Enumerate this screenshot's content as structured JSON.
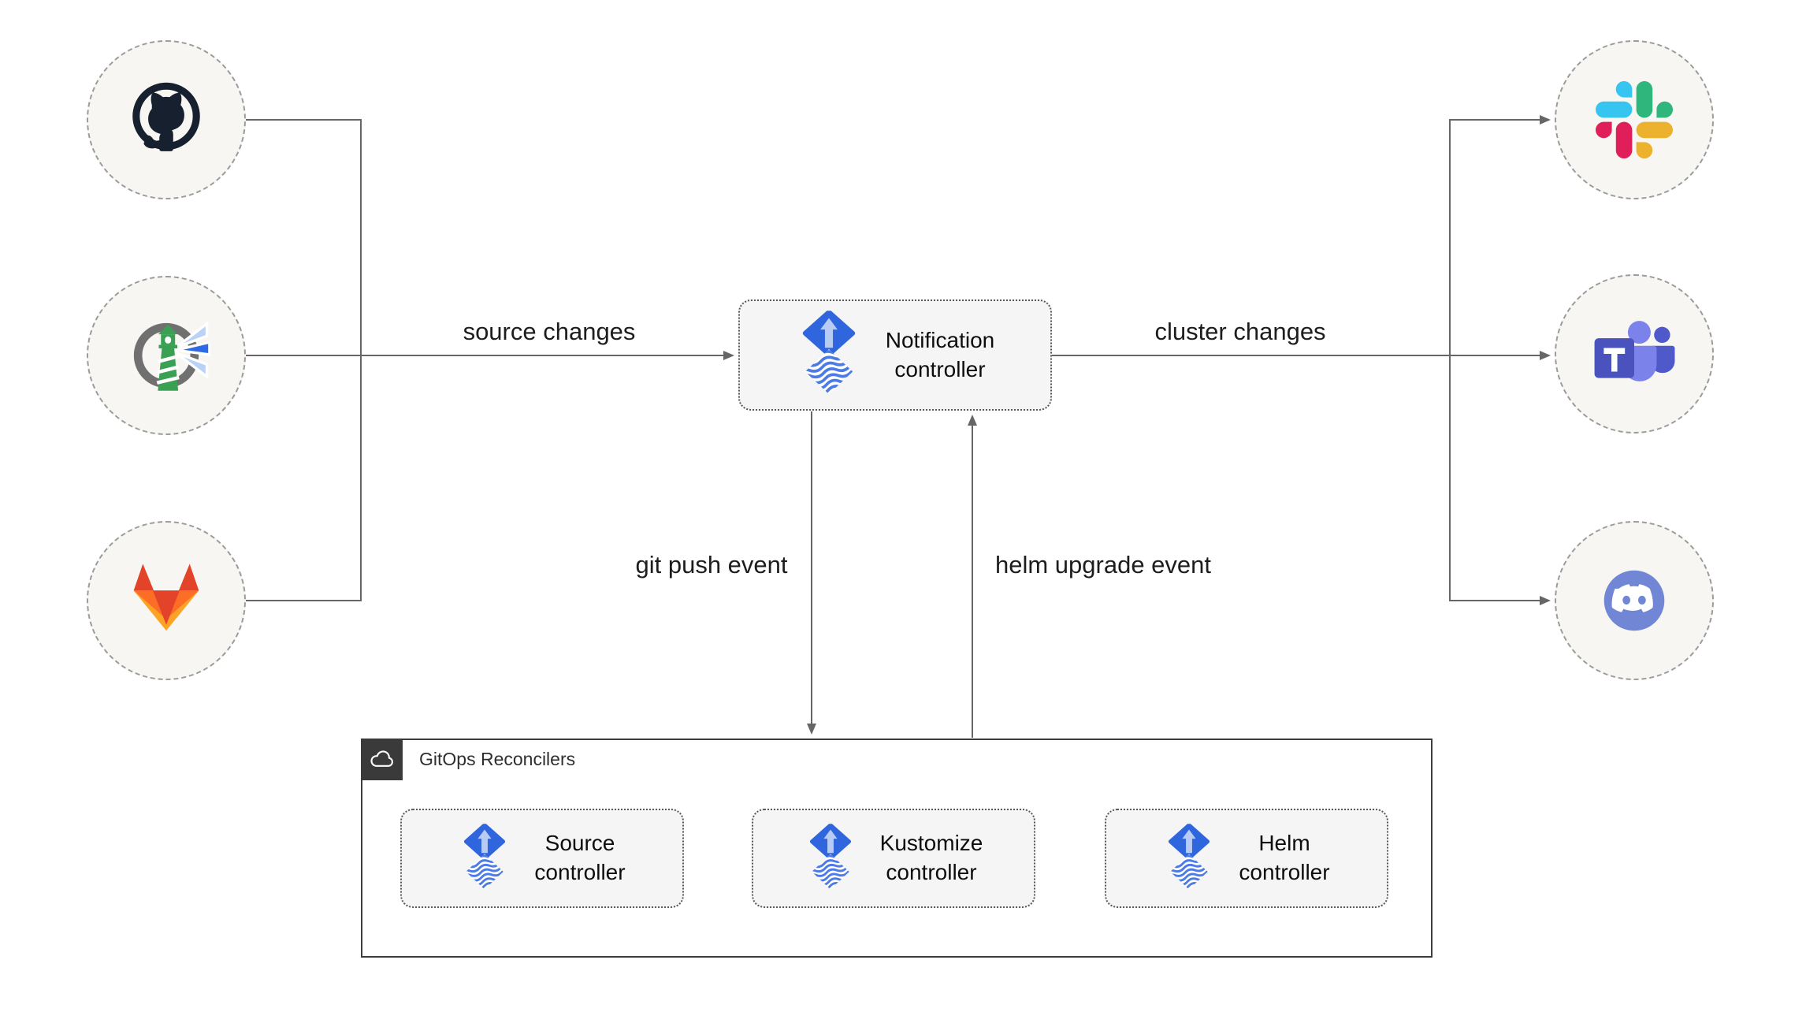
{
  "edge_labels": {
    "source_changes": "source changes",
    "cluster_changes": "cluster changes",
    "git_push_event": "git push event",
    "helm_upgrade_event": "helm upgrade event"
  },
  "nodes": {
    "notification": {
      "label": "Notification controller",
      "icon": "flux-icon"
    },
    "source": {
      "label": "Source controller",
      "icon": "flux-icon"
    },
    "kustomize": {
      "label": "Kustomize controller",
      "icon": "flux-icon"
    },
    "helm": {
      "label": "Helm controller",
      "icon": "flux-icon"
    }
  },
  "container": {
    "title": "GitOps Reconcilers",
    "icon": "cloud-icon"
  },
  "source_icons": [
    "github-icon",
    "harbor-icon",
    "gitlab-icon"
  ],
  "target_icons": [
    "slack-icon",
    "teams-icon",
    "discord-icon"
  ],
  "colors": {
    "edge": "#666666",
    "node_fill": "#f5f5f5",
    "node_border": "#585858",
    "circle_fill": "#f7f6f2",
    "circle_border": "#9b9b9b",
    "container_border": "#3d3d3d",
    "container_header_bg": "#3a3a3a",
    "flux_blue": "#2f66dd",
    "flux_arrow_light": "#b7cbf3",
    "flux_wave": "#4c7ae6",
    "github_dark": "#16202e",
    "harbor_green": "#3aa054",
    "harbor_beam_blue": "#2e6ae3",
    "harbor_beam_light": "#b9d2f6",
    "harbor_ring": "#707070",
    "gitlab_red": "#e24329",
    "gitlab_orange": "#fc6d26",
    "gitlab_amber": "#fca326",
    "slack_blue": "#36C5F0",
    "slack_green": "#2EB67D",
    "slack_red": "#E01E5A",
    "slack_yellow": "#ECB22E",
    "teams_dark": "#4a52bd",
    "teams_mid": "#5059c9",
    "teams_light": "#7b83eb",
    "discord_blurple": "#7187d5"
  }
}
